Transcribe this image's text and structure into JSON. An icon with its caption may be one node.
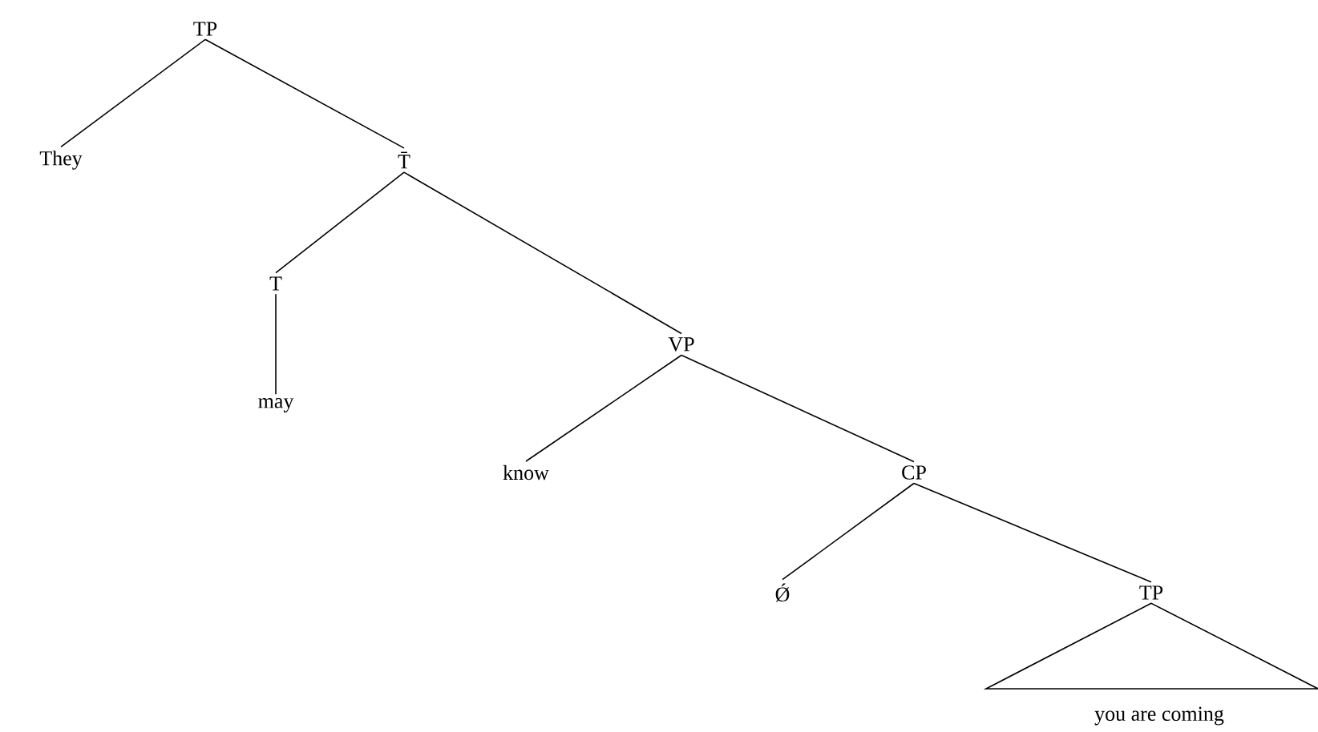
{
  "diagram": {
    "nodes": [
      {
        "text": [
          "TP"
        ]
      },
      {
        "text": [
          "They"
        ]
      },
      {
        "text": [
          "T̄"
        ]
      },
      {
        "text": [
          "T"
        ]
      },
      {
        "text": [
          "may"
        ]
      },
      {
        "text": [
          "VP"
        ]
      },
      {
        "text": [
          "know"
        ]
      },
      {
        "text": [
          "CP"
        ]
      },
      {
        "text": [
          "Ǿ"
        ]
      },
      {
        "text": [
          "TP"
        ]
      },
      {
        "text": [
          "you are coming"
        ]
      }
    ],
    "edges": [
      {
        "from": 0,
        "to": 1,
        "arrow": "none"
      },
      {
        "from": 0,
        "to": 2,
        "arrow": "none"
      },
      {
        "from": 2,
        "to": 3,
        "arrow": "none"
      },
      {
        "from": 2,
        "to": 5,
        "arrow": "none"
      },
      {
        "from": 3,
        "to": 4,
        "arrow": "none"
      },
      {
        "from": 5,
        "to": 6,
        "arrow": "none"
      },
      {
        "from": 5,
        "to": 7,
        "arrow": "none"
      },
      {
        "from": 7,
        "to": 8,
        "arrow": "none"
      },
      {
        "from": 7,
        "to": 9,
        "arrow": "none"
      },
      {
        "from": 9,
        "to": 10,
        "arrow": "none"
      }
    ]
  }
}
